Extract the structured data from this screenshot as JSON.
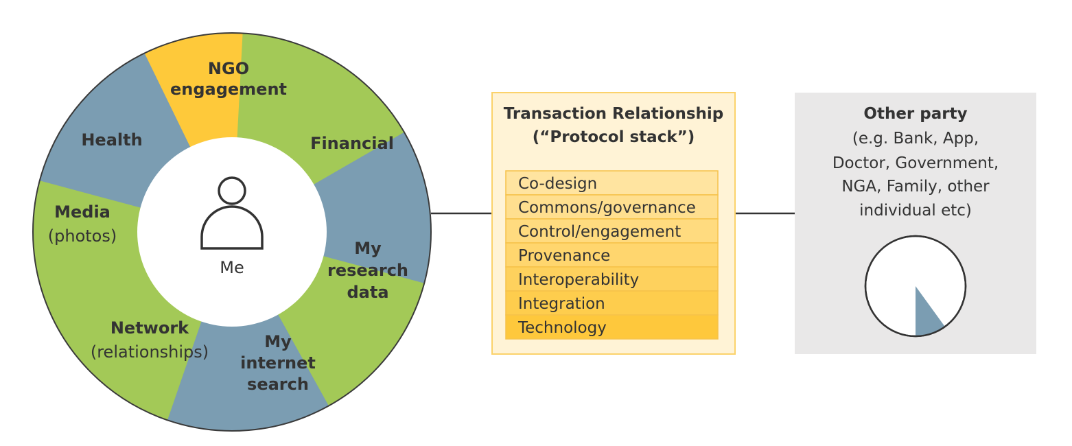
{
  "wheel": {
    "center_label": "Me",
    "segments": [
      {
        "id": "ngo",
        "lines": [
          "NGO",
          "engagement"
        ],
        "second_bold": true,
        "color": "#a3c957"
      },
      {
        "id": "financial",
        "lines": [
          "Financial"
        ],
        "second_bold": true,
        "color": "#7b9db2"
      },
      {
        "id": "research",
        "lines": [
          "My",
          "research",
          "data"
        ],
        "second_bold": true,
        "color": "#a3c957"
      },
      {
        "id": "internet",
        "lines": [
          "My",
          "internet",
          "search"
        ],
        "second_bold": true,
        "color": "#7b9db2"
      },
      {
        "id": "network",
        "lines": [
          "Network",
          "(relationships)"
        ],
        "second_bold": false,
        "color": "#a3c957"
      },
      {
        "id": "media",
        "lines": [
          "Media",
          "(photos)"
        ],
        "second_bold": false,
        "color": "#7b9db2"
      },
      {
        "id": "health",
        "lines": [
          "Health"
        ],
        "second_bold": true,
        "color": "#fec93a"
      }
    ]
  },
  "transaction": {
    "title_lines": [
      "Transaction Relationship",
      "(“Protocol stack”)"
    ],
    "layers": [
      "Co-design",
      "Commons/governance",
      "Control/engagement",
      "Provenance",
      "Interoperability",
      "Integration",
      "Technology"
    ]
  },
  "other_party": {
    "title": "Other party",
    "desc_lines": [
      "(e.g. Bank, App,",
      "Doctor, Government,",
      "NGA, Family, other",
      "individual etc)"
    ],
    "pie_fraction": 0.1
  },
  "colors": {
    "green": "#a3c957",
    "blue": "#7b9db2",
    "yellow": "#fec93a",
    "box_fill": "#fff3d6",
    "box_border": "#fbd26b",
    "party_bg": "#e9e8e8"
  }
}
